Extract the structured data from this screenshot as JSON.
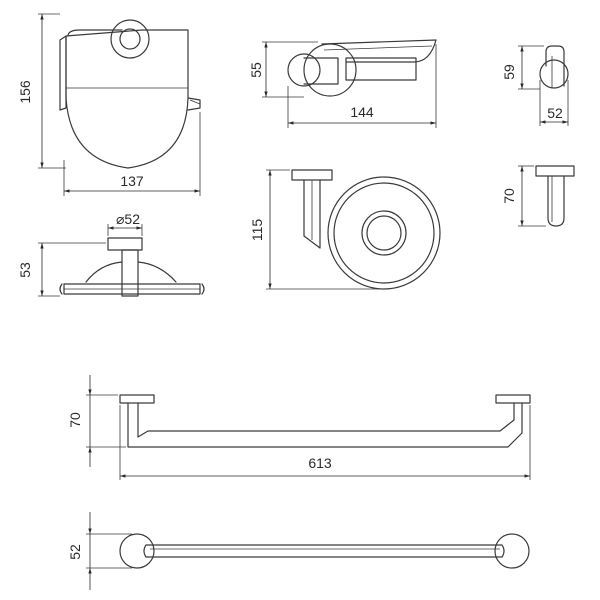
{
  "drawings": {
    "paper_holder": {
      "height": "156",
      "width": "137"
    },
    "paper_holder_side": {
      "diameter": "⌀52",
      "height": "53"
    },
    "soap_dish_side": {
      "height": "55",
      "width": "144"
    },
    "soap_dish_front": {
      "height": "115"
    },
    "hook_side": {
      "height": "59",
      "width": "52"
    },
    "hook_top": {
      "height": "70"
    },
    "towel_bar_top": {
      "height": "70",
      "width": "613"
    },
    "towel_bar_front": {
      "height": "52"
    }
  }
}
